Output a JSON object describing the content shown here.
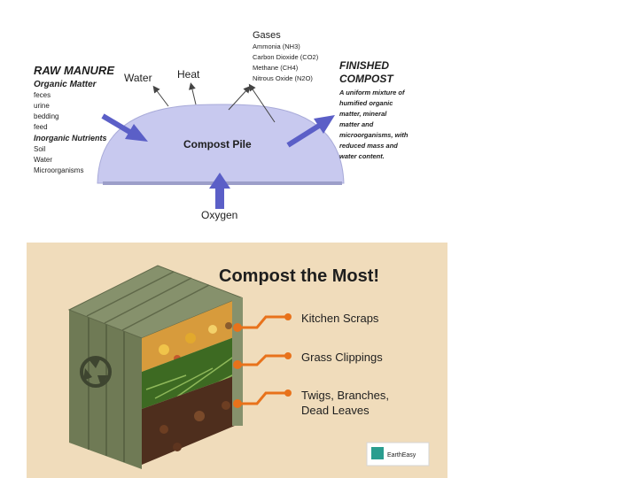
{
  "compost_diagram": {
    "raw_manure": {
      "title": "RAW MANURE",
      "organic_heading": "Organic Matter",
      "organic_items": [
        "feces",
        "urine",
        "bedding",
        "feed"
      ],
      "inorganic_heading": "Inorganic Nutrients",
      "inorganic_items": [
        "Soil",
        "Water",
        "Microorganisms"
      ]
    },
    "water_label": "Water",
    "heat_label": "Heat",
    "gases": {
      "title": "Gases",
      "items": [
        "Ammonia (NH3)",
        "Carbon Dioxide (CO2)",
        "Methane (CH4)",
        "Nitrous Oxide (N2O)"
      ]
    },
    "finished": {
      "title_line1": "FINISHED",
      "title_line2": "COMPOST",
      "description": [
        "A uniform mixture of",
        "humified organic",
        "matter, mineral",
        "matter and",
        "microorganisms, with",
        "reduced mass and",
        "water content."
      ]
    },
    "pile_label": "Compost Pile",
    "oxygen_label": "Oxygen",
    "colors": {
      "pile": "#c8c9ef",
      "arrow": "#5b5fc7"
    }
  },
  "compost_bin": {
    "title": "Compost the Most!",
    "layers": [
      {
        "label_lines": [
          "Kitchen Scraps"
        ],
        "color": "#f0a21e"
      },
      {
        "label_lines": [
          "Grass Clippings"
        ],
        "color": "#4a7a2a"
      },
      {
        "label_lines": [
          "Twigs, Branches,",
          "Dead Leaves"
        ],
        "color": "#4e2e1d"
      }
    ],
    "badge": "EarthEasy",
    "colors": {
      "background": "#f0dcbb",
      "bin": "#86916c",
      "callout": "#e8721b"
    }
  }
}
